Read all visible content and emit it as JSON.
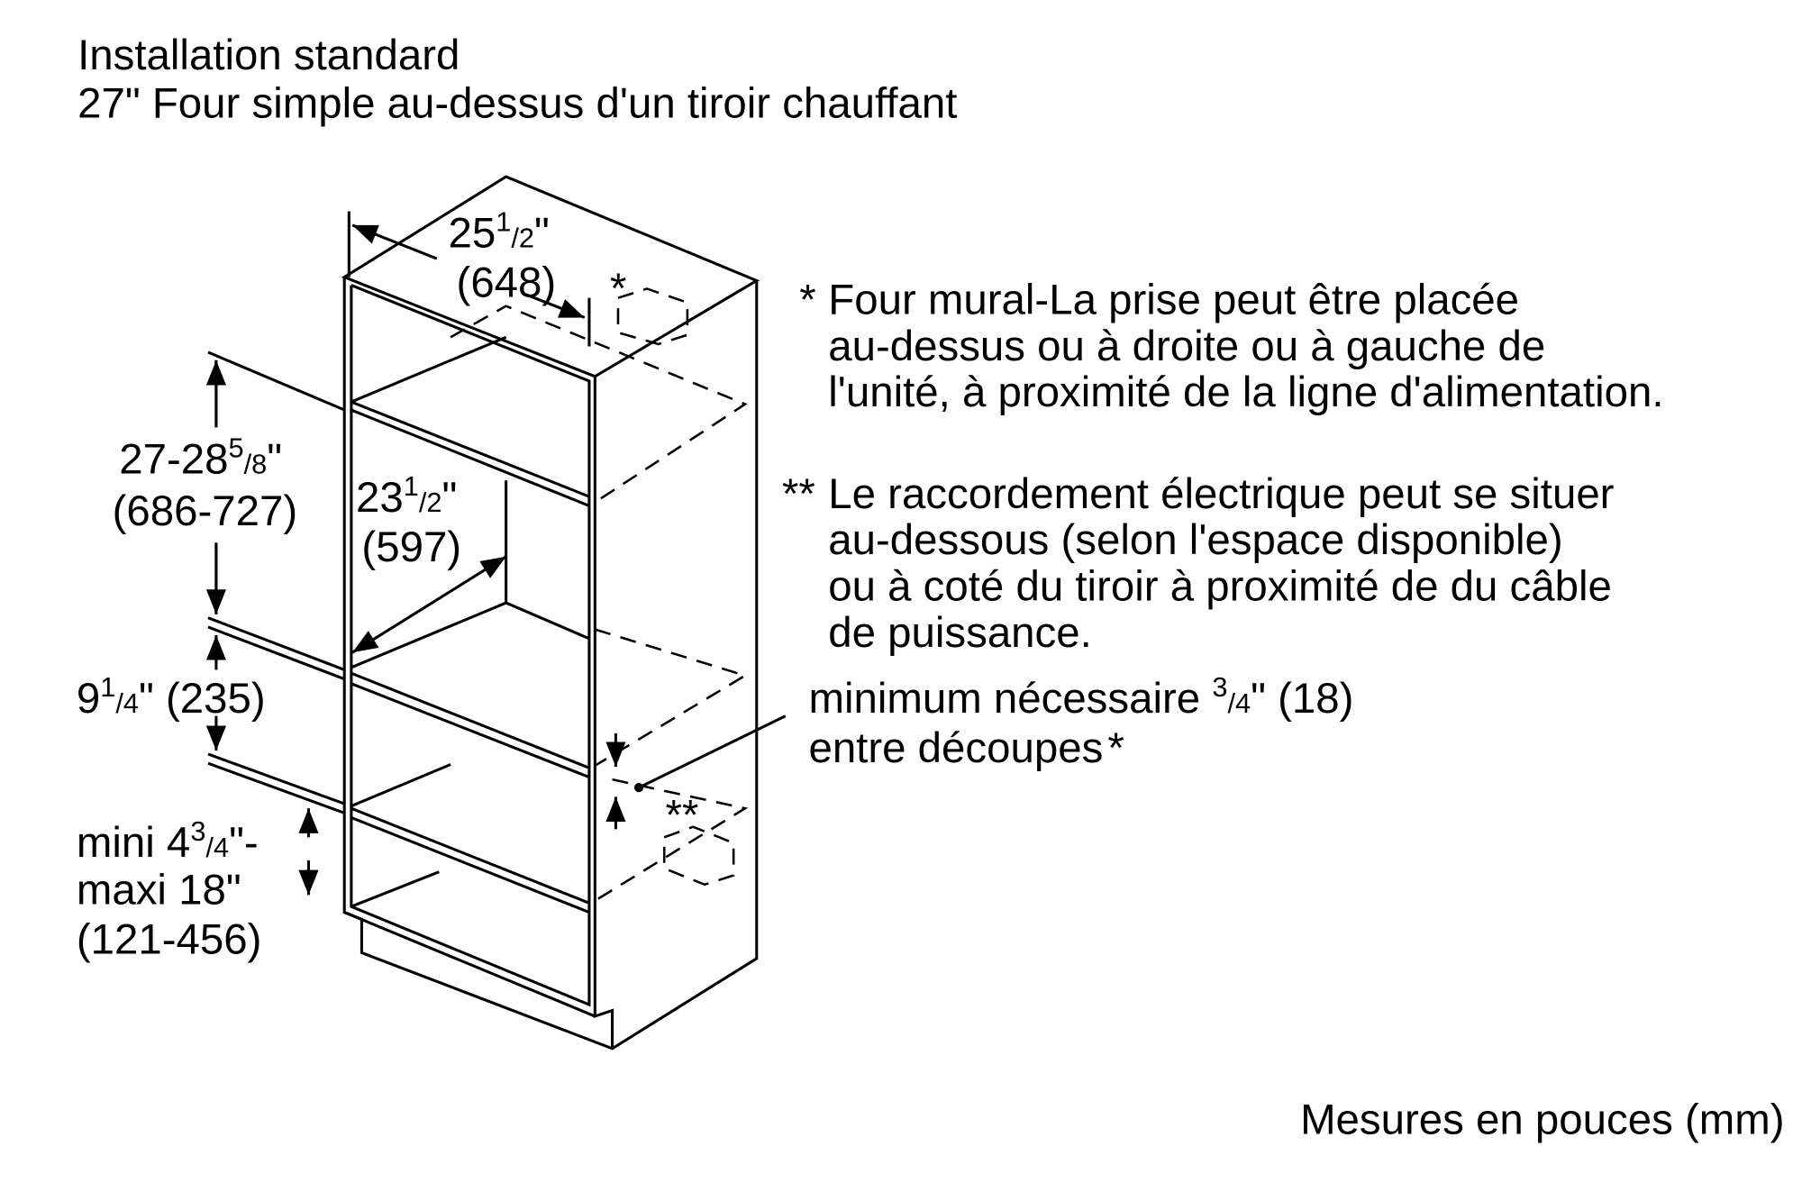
{
  "title": {
    "line1": "Installation standard",
    "line2": "27\" Four simple au-dessus d'un tiroir chauffant"
  },
  "dimensions": {
    "width": {
      "whole": "25",
      "frac_num": "1",
      "frac_den": "/2",
      "unit": "\"",
      "mm": "(648)"
    },
    "depth": {
      "whole": "23",
      "frac_num": "1",
      "frac_den": "/2",
      "unit": "\"",
      "mm": "(597)"
    },
    "oven_height": {
      "whole": "27-28",
      "frac_num": "5",
      "frac_den": "/8",
      "unit": "\"",
      "mm": "(686-727)"
    },
    "drawer_height": {
      "whole": "9",
      "frac_num": "1",
      "frac_den": "/4",
      "rest": "\" (235)"
    },
    "base": {
      "prefix": "mini 4",
      "frac_num": "3",
      "frac_den": "/4",
      "rest": "\"-",
      "line2": "maxi 18\"",
      "mm": "(121-456)"
    },
    "gap": {
      "prefix": "minimum nécessaire ",
      "frac_num": "3",
      "frac_den": "/4",
      "rest": "\" (18)",
      "line2": "entre découpes",
      "star": "*"
    }
  },
  "markers": {
    "single": "*",
    "double": "**"
  },
  "notes": {
    "note1": {
      "marker": "*",
      "lines": [
        "Four mural-La prise peut être placée",
        "au-dessus ou à droite ou à gauche de",
        "l'unité, à proximité de la ligne d'alimentation."
      ]
    },
    "note2": {
      "marker": "**",
      "lines": [
        "Le raccordement électrique peut se situer",
        "au-dessous (selon l'espace disponible)",
        "ou à coté du tiroir à proximité de du câble",
        "de puissance."
      ]
    }
  },
  "footer": "Mesures en pouces (mm)"
}
